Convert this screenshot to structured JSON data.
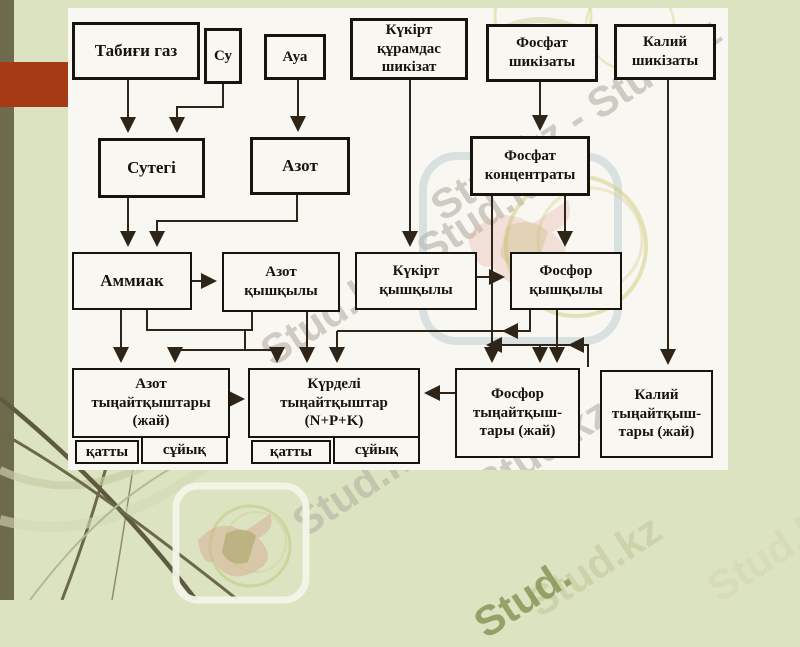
{
  "slide": {
    "colors": {
      "background": "#dce3c1",
      "sidebar_bar": "#6e6a4c",
      "accent_red": "#a63a17",
      "paper": "#f9f7f1",
      "line": "#2e2418"
    }
  },
  "watermark": {
    "brand": "Stud.kz",
    "pair": "Stud.kz - Stud.kz",
    "brand_short": "Stud.",
    "logo": "hummingbird-logo"
  },
  "diagram": {
    "boxes": {
      "tabigi_gaz": "Табиғи газ",
      "su": "Су",
      "aua": "Ауа",
      "kukirt_shikizat": "Күкірт құрамдас шикізат",
      "fosfat_shikizaty": "Фосфат шикізаты",
      "kaliy_shikizaty": "Калий шикізаты",
      "sutegi": "Сутегі",
      "azot": "Азот",
      "fosfat_kontsentraty": "Фосфат концентраты",
      "ammiak": "Аммиак",
      "azot_kyshkyly": "Азот қышқылы",
      "kukirt_kyshkyly": "Күкірт қышқылы",
      "fosfor_kyshkyly": "Фосфор қышқылы",
      "azot_tynaitkysh": "Азот тыңайтқыштары (жай)",
      "kurdeli": "Күрделі тыңайтқыштар (N+P+K)",
      "fosfor_tynaitkysh": "Фосфор тыңайтқыш- тары (жай)",
      "kaliy_tynaitkysh": "Калий тыңайтқыш- тары (жай)"
    },
    "sub_labels": {
      "solid": "қатты",
      "liquid": "сұйық"
    }
  }
}
